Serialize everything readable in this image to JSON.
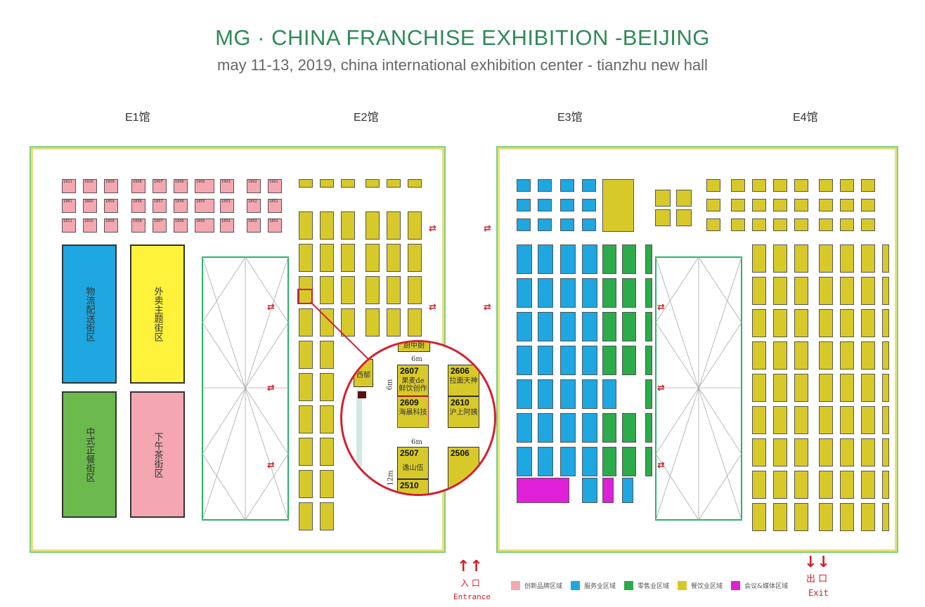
{
  "header": {
    "title": "MG · CHINA FRANCHISE EXHIBITION -BEIJING",
    "subtitle": "may 11-13, 2019, china international exhibition center - tianzhu new hall"
  },
  "halls": [
    "E1馆",
    "E2馆",
    "E3馆",
    "E4馆"
  ],
  "colors": {
    "title": "#2e8a57",
    "innovation": "#f4a7b0",
    "service": "#1ea7e1",
    "retail": "#2bab4a",
    "catering": "#d8c92a",
    "media": "#e020d8",
    "takeaway_zone": "#fff23a",
    "dining_zone": "#6cb94e",
    "highlight": "#d42030"
  },
  "e1_zones": [
    {
      "label": "物流配送街区",
      "color": "#1ea7e1"
    },
    {
      "label": "外卖主题街区",
      "color": "#fff23a"
    },
    {
      "label": "中式正餐街区",
      "color": "#6cb94e"
    },
    {
      "label": "下午茶街区",
      "color": "#f4a7b0"
    }
  ],
  "e1_booths": [
    [
      "1911",
      "1910",
      "1909",
      "1908",
      "1907",
      "1906",
      "1905",
      "1903",
      "1902",
      "1901"
    ],
    [
      "1861",
      "1860",
      "1859",
      "1858",
      "1857",
      "1856",
      "1855",
      "1853",
      "1852",
      "1851"
    ],
    [
      "1811",
      "1810",
      "1809",
      "1808",
      "1807",
      "1806",
      "1805",
      "1803",
      "1802",
      "1801"
    ]
  ],
  "magnifier": {
    "booths": [
      {
        "no": "2607",
        "name": "果麦de鲜饮创作"
      },
      {
        "no": "2609",
        "name": "海晨科技"
      },
      {
        "no": "2606",
        "name": "拉面天神"
      },
      {
        "no": "2610",
        "name": "沪上阿姨"
      },
      {
        "no": "2507",
        "name": "逸山伍"
      },
      {
        "no": "2510",
        "name": ""
      },
      {
        "no": "2506",
        "name": ""
      }
    ],
    "dims": [
      "6m",
      "6m",
      "6m",
      "12m"
    ],
    "partial": [
      "厨中厨",
      "西郁"
    ]
  },
  "legend": [
    {
      "label": "创新品牌区域",
      "color": "#f4a7b0"
    },
    {
      "label": "服务业区域",
      "color": "#1ea7e1"
    },
    {
      "label": "零售业区域",
      "color": "#2bab4a"
    },
    {
      "label": "餐饮业区域",
      "color": "#d8c92a"
    },
    {
      "label": "会议&媒体区域",
      "color": "#e020d8"
    }
  ],
  "entrance": {
    "cn": "入 口",
    "en": "Entrance"
  },
  "exit": {
    "cn": "出 口",
    "en": "Exit"
  }
}
